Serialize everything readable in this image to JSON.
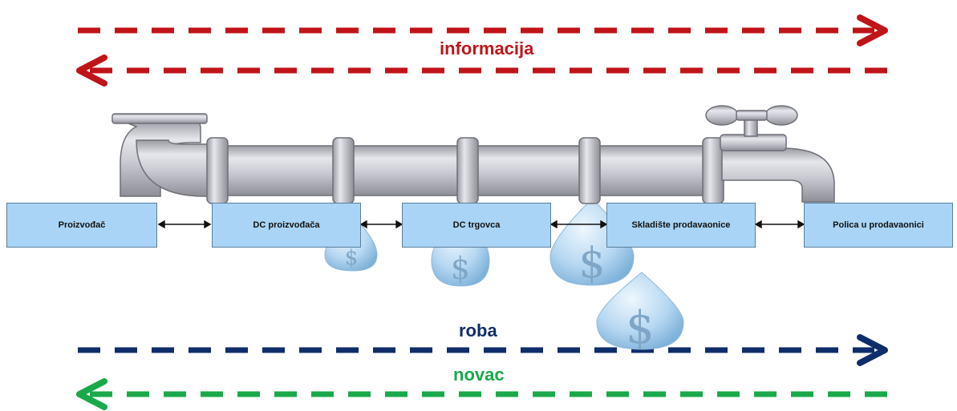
{
  "flows": {
    "information_label": "informacija",
    "goods_label": "roba",
    "money_label": "novac"
  },
  "stages": [
    {
      "label": "Proizvođač"
    },
    {
      "label": "DC proizvođača"
    },
    {
      "label": "DC trgovca"
    },
    {
      "label": "Skladište prodavaonice"
    },
    {
      "label": "Polica u prodavaonici"
    }
  ],
  "colors": {
    "information": "#c01418",
    "goods": "#0f2d6b",
    "money": "#1aa94a",
    "box_fill": "#a9d4f5",
    "pipe": "#c9cad1",
    "drop": "#b7d8f2"
  },
  "icons": [
    "pipe-illustration",
    "tap-icon",
    "dollar-drop-icon"
  ]
}
